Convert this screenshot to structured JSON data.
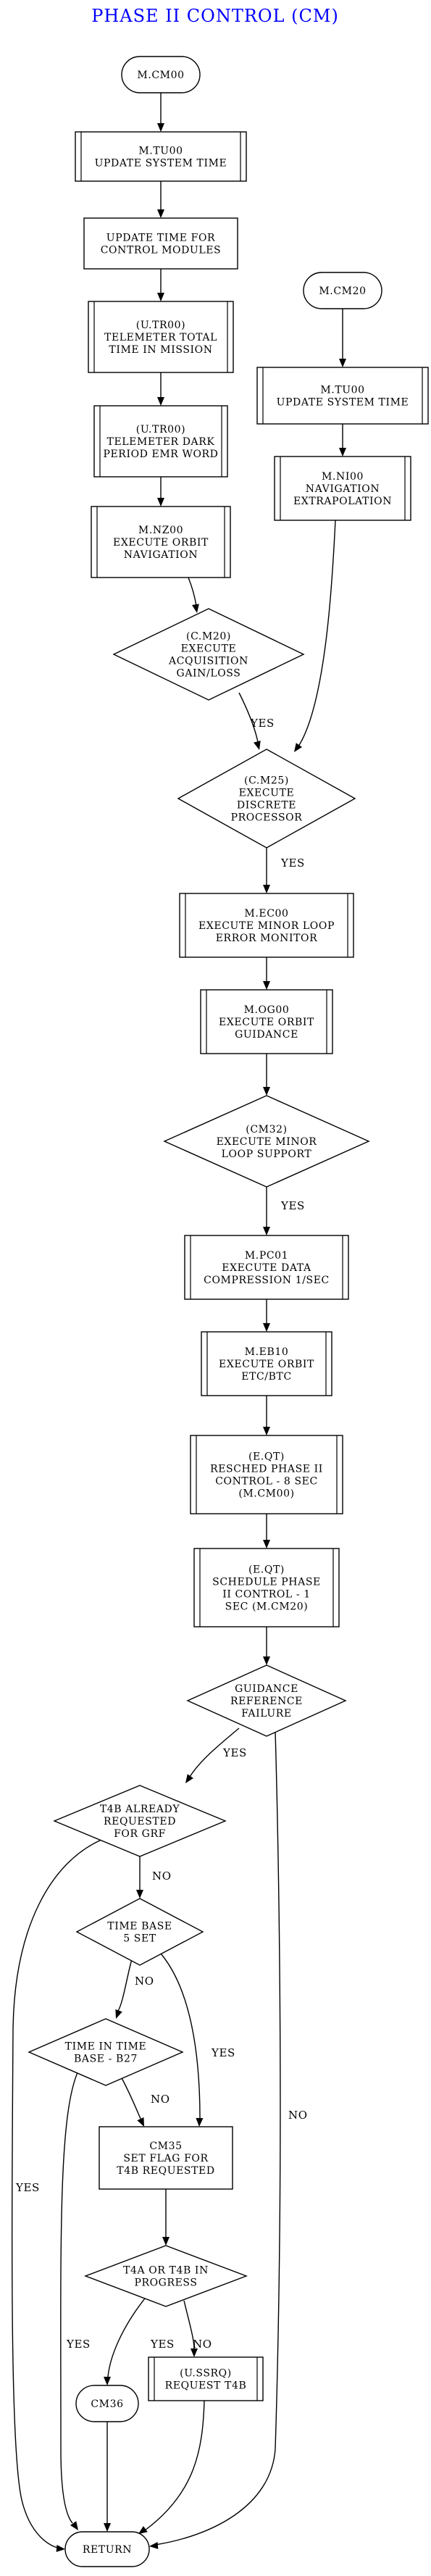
{
  "title": "PHASE II CONTROL (CM)",
  "nodes": {
    "m_cm00": [
      "M.CM00"
    ],
    "m_tu00_a": [
      "M.TU00",
      "UPDATE SYSTEM TIME"
    ],
    "update_time": [
      "UPDATE TIME FOR",
      "CONTROL MODULES"
    ],
    "u_tr00_total": [
      "(U.TR00)",
      "TELEMETER TOTAL",
      "TIME IN MISSION"
    ],
    "u_tr00_dark": [
      "(U.TR00)",
      "TELEMETER DARK",
      "PERIOD EMR WORD"
    ],
    "m_nz00": [
      "M.NZ00",
      "EXECUTE ORBIT",
      "NAVIGATION"
    ],
    "c_m20": [
      "(C.M20)",
      "EXECUTE",
      "ACQUISITION",
      "GAIN/LOSS"
    ],
    "m_cm20": [
      "M.CM20"
    ],
    "m_tu00_b": [
      "M.TU00",
      "UPDATE SYSTEM TIME"
    ],
    "m_ni00": [
      "M.NI00",
      "NAVIGATION",
      "EXTRAPOLATION"
    ],
    "c_m25": [
      "(C.M25)",
      "EXECUTE",
      "DISCRETE",
      "PROCESSOR"
    ],
    "m_ec00": [
      "M.EC00",
      "EXECUTE MINOR LOOP",
      "ERROR MONITOR"
    ],
    "m_og00": [
      "M.OG00",
      "EXECUTE ORBIT",
      "GUIDANCE"
    ],
    "cm32": [
      "(CM32)",
      "EXECUTE MINOR",
      "LOOP SUPPORT"
    ],
    "m_pc01": [
      "M.PC01",
      "EXECUTE DATA",
      "COMPRESSION 1/SEC"
    ],
    "m_eb10": [
      "M.EB10",
      "EXECUTE ORBIT",
      "ETC/BTC"
    ],
    "e_qt_8": [
      "(E.QT)",
      "RESCHED PHASE II",
      "CONTROL - 8 SEC",
      "(M.CM00)"
    ],
    "e_qt_1": [
      "(E.QT)",
      "SCHEDULE PHASE",
      "II CONTROL - 1",
      "SEC (M.CM20)"
    ],
    "guidance_ref": [
      "GUIDANCE",
      "REFERENCE",
      "FAILURE"
    ],
    "t4b_requested": [
      "T4B ALREADY",
      "REQUESTED",
      "FOR GRF"
    ],
    "time_base": [
      "TIME BASE",
      "5 SET"
    ],
    "time_in_base": [
      "TIME IN TIME",
      "BASE - B27"
    ],
    "cm35": [
      "CM35",
      "SET FLAG FOR",
      "T4B REQUESTED"
    ],
    "t4a_t4b": [
      "T4A OR T4B IN",
      "PROGRESS"
    ],
    "u_ssrq": [
      "(U.SSRQ)",
      "REQUEST T4B"
    ],
    "cm36": [
      "CM36"
    ],
    "return": [
      "RETURN"
    ]
  },
  "edge_labels": {
    "c_m20_yes": "YES",
    "c_m25_yes": "YES",
    "cm32_yes": "YES",
    "guidance_yes": "YES",
    "guidance_no": "NO",
    "t4b_no": "NO",
    "t4b_yes": "YES",
    "time_base_no": "NO",
    "time_base_yes": "YES",
    "time_in_base_no": "NO",
    "time_in_base_yes": "YES",
    "t4a_yes": "YES",
    "t4a_no": "NO"
  }
}
